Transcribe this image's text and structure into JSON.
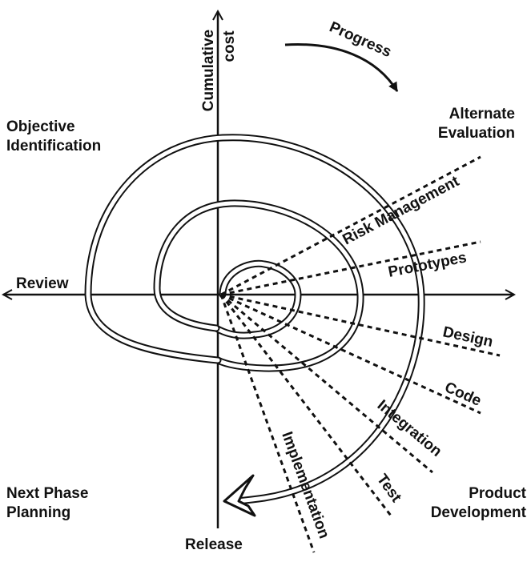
{
  "axes": {
    "y_label_line1": "Cumulative",
    "y_label_line2": "cost",
    "left_label": "Review",
    "bottom_label": "Release"
  },
  "quadrants": {
    "top_left": [
      "Objective",
      "Identification"
    ],
    "top_right": [
      "Alternate",
      "Evaluation"
    ],
    "bottom_left": [
      "Next Phase",
      "Planning"
    ],
    "bottom_right": [
      "Product",
      "Development"
    ]
  },
  "progress_label": "Progress",
  "rays": {
    "risk_management": "Risk Management",
    "prototypes": "Prototypes",
    "design": "Design",
    "code": "Code",
    "integration": "Integration",
    "test": "Test",
    "implementation": "Implementation"
  },
  "colors": {
    "ink": "#111111",
    "background": "#ffffff"
  }
}
